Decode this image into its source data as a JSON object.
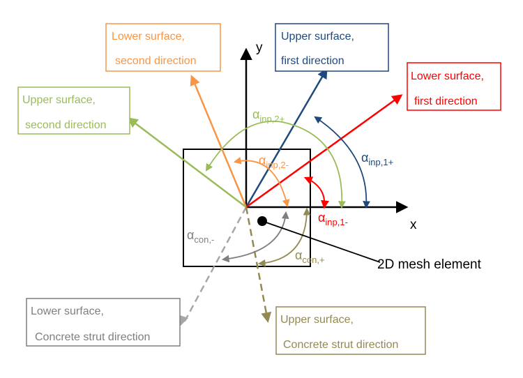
{
  "axes": {
    "x_label": "x",
    "y_label": "y"
  },
  "element_label": "2D mesh element",
  "boxes": {
    "lower_second": {
      "line1": "Lower surface,",
      "line2": "second direction",
      "color": "#F79646"
    },
    "upper_first": {
      "line1": "Upper surface,",
      "line2": "first direction",
      "color": "#1F497D"
    },
    "lower_first": {
      "line1": "Lower surface,",
      "line2": "first direction",
      "color": "#FF0000"
    },
    "upper_second": {
      "line1": "Upper surface,",
      "line2": "second direction",
      "color": "#9BBB59"
    },
    "lower_concrete": {
      "line1": "Lower surface,",
      "line2": "Concrete strut direction",
      "color": "#7F7F7F"
    },
    "upper_concrete": {
      "line1": "Upper surface,",
      "line2": "Concrete strut direction",
      "color": "#938953"
    }
  },
  "angles": {
    "inp_2_plus": {
      "symbol": "α",
      "sub": "inp,2+",
      "color": "#9BBB59"
    },
    "inp_2_minus": {
      "symbol": "α",
      "sub": "inp,2-",
      "color": "#F79646"
    },
    "inp_1_plus": {
      "symbol": "α",
      "sub": "inp,1+",
      "color": "#1F497D"
    },
    "inp_1_minus": {
      "symbol": "α",
      "sub": "inp,1-",
      "color": "#FF0000"
    },
    "con_minus": {
      "symbol": "α",
      "sub": "con,-",
      "color": "#7F7F7F"
    },
    "con_plus": {
      "symbol": "α",
      "sub": "con,+",
      "color": "#938953"
    }
  }
}
